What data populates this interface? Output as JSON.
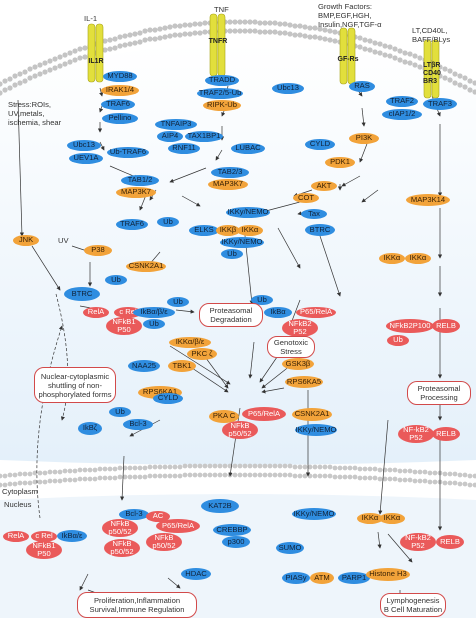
{
  "ligands": {
    "il1": "IL-1",
    "tnf": "TNF",
    "gf": "Growth Factors:\nBMP,EGF,HGH,\nInsulin,NGF,TGF-α",
    "lt": "LT,CD40L,\nBAFF/BLys"
  },
  "receptors": {
    "il1r": "IL1R",
    "tnfr": "TNFR",
    "gfrs": "GF-Rs",
    "ltbr": "LTβR\nCD40\nBR3"
  },
  "stress": "Stress:ROIs,\nUV,metals,\nischemia, shear",
  "uv": "UV",
  "nodes": {
    "myd88": "MYD88",
    "irak": "IRAK1/4",
    "traf6a": "TRAF6",
    "pellino": "Pellino",
    "ubc13a": "Ubc13",
    "uev1a": "UEV1A",
    "ubtraf6": "Ub-TRAF6",
    "tradd": "TRADD",
    "traf25ub": "TRAF2/5-Ub",
    "ripkub": "RIPK-Ub",
    "ubc13b": "Ubc13",
    "tnfaip3": "TNFAIP3",
    "aip4": "AIP4",
    "tax1bp1": "TAX1BP1",
    "rnf11": "RNF11",
    "lubac": "LUBAC",
    "cyld1": "CYLD",
    "tab1": "TAB1/2",
    "map3k7a": "MAP3K7",
    "tab23": "TAB2/3",
    "map3k7b": "MAP3K7",
    "ras": "RAS",
    "traf2r": "TRAF2",
    "ciap": "cIAP1/2",
    "traf3": "TRAF3",
    "pi3k": "PI3K",
    "pdk1": "PDK1",
    "akt": "AKT",
    "cot": "COT",
    "tax": "Tax",
    "map3k14": "MAP3K14",
    "traf6b": "TRAF6",
    "ub1": "Ub",
    "elks": "ELKS",
    "ikkb1": "IKKβ",
    "ikka1": "IKKα",
    "ikkyn1": "IKKy/NEMO",
    "ikkyn2": "IKKy/NEMO",
    "ub2": "Ub",
    "jnk": "JNK",
    "p38": "P38",
    "csnk2a1a": "CSNK2A1",
    "ub3": "Ub",
    "btrc1": "BTRC",
    "ub4": "Ub",
    "rela1": "RelA",
    "crel1": "c Rel",
    "ikbab1": "IkBα/β/ε",
    "nfkb1": "NFkB1\nP50",
    "ub5": "Ub",
    "ub6": "Ub",
    "btrc2": "BTRC",
    "ikba2": "IkBα",
    "p65rela1": "P65/RelA",
    "nfkb2": "NFkB2\nP52",
    "ikka2": "IKKα",
    "ikka3": "IKKα",
    "nfkb2p100": "NFkB2P100",
    "relb1": "RELB",
    "ub7": "Ub",
    "ikkab3": "IKKα/β/ε",
    "pkcz": "PKC ζ",
    "naa25": "NAA25",
    "tbk1": "TBK1",
    "rps6ka1": "RPS6KA1",
    "gsk3b": "GSK3β",
    "rps6ka5": "RPS6KA5",
    "pkac": "PKA C",
    "p65rela2": "P65/RelA",
    "nfkb3": "NFkB\np50/52",
    "csnk2a1b": "CSNK2A1",
    "ikkyn3": "IKKy/NEMO",
    "ub8": "Ub",
    "bcl3a": "Bcl-3",
    "cyld2": "CYLD",
    "ikbz": "IkBζ",
    "nfkb2b": "NF-kB2\nP52",
    "relb2": "RELB",
    "rela2": "RelA",
    "crel2": "c Rel",
    "nfkb1b": "NFkB1\nP50",
    "ikbae": "IkBα/ε",
    "bcl3b": "Bcl-3",
    "nfkb4": "NFkB\np50/52",
    "nfkb5": "NFkB\np50/52",
    "ac": "AC",
    "p65rela3": "P65/RelA",
    "nfkb6": "NFkB\np50/52",
    "hdac": "HDAC",
    "kat2b": "KAT2B",
    "crebbp": "CREBBP",
    "p300": "p300",
    "ikkyn4": "IKKy/NEMO",
    "sumo": "SUMO",
    "piasy": "PIASy",
    "atm": "ATM",
    "parp1": "PARP1",
    "ikka4": "IKKα",
    "ikka5": "IKKα",
    "histone": "Histone H3",
    "nfkb2c": "NF-kB2\nP52",
    "relb3": "RELB"
  },
  "boxes": {
    "proteasomal": "Proteasomal\nDegradation",
    "genotoxic": "Genotoxic\nStress",
    "shuttling": "Nuclear-cytoplasmic\nshuttling of non-\nphosphorylated forms",
    "processing": "Proteasomal\nProcessing",
    "proliferation": "Proliferation,Inflammation\nSurvival,Immune Regulation",
    "lympho": "Lymphogenesis\nB Cell Maturation"
  },
  "labels": {
    "cytoplasm": "Cytoplasm",
    "nucleus": "Nucleus"
  },
  "colors": {
    "blue": "#2f8de0",
    "orange": "#f2a33a",
    "red": "#ea5a5a",
    "receptor": "#e2df3c",
    "membrane": "#c8c8c8",
    "nucleus": "#eef5fb"
  }
}
